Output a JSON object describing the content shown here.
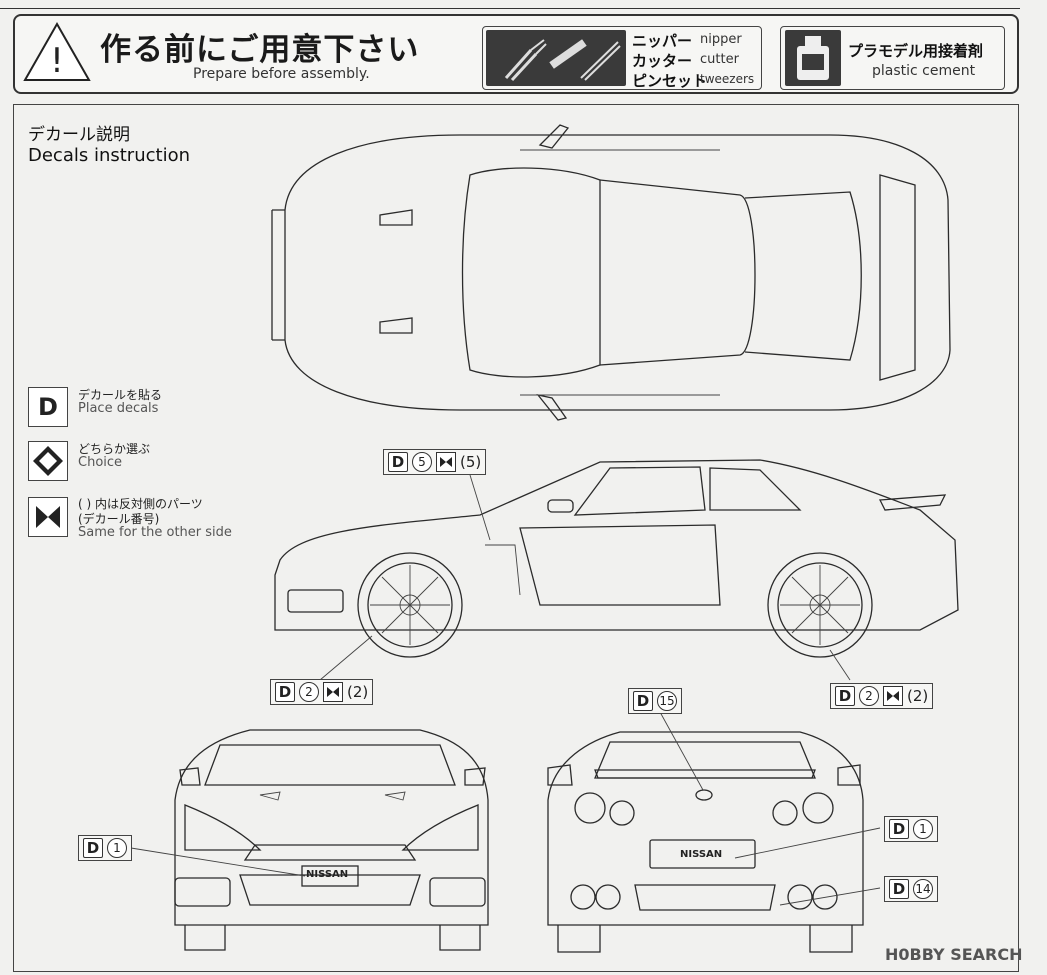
{
  "header": {
    "title_jp": "作る前にご用意下さい",
    "title_en": "Prepare before assembly.",
    "tools": [
      {
        "jp": "ニッパー",
        "en": "nipper"
      },
      {
        "jp": "カッター",
        "en": "cutter"
      },
      {
        "jp": "ピンセット",
        "en": "tweezers"
      }
    ],
    "cement_jp": "プラモデル用接着剤",
    "cement_en": "plastic cement"
  },
  "section": {
    "title_jp": "デカール説明",
    "title_en": "Decals instruction"
  },
  "legend": [
    {
      "symbol": "D",
      "jp": "デカールを貼る",
      "en": "Place decals"
    },
    {
      "symbol": "choice",
      "jp": "どちらか選ぶ",
      "en": "Choice"
    },
    {
      "symbol": "mirror",
      "jp": "( ) 内は反対側のパーツ",
      "jp2": "(デカール番号)",
      "en": "Same for the other side"
    }
  ],
  "callouts": {
    "side_top": {
      "d": "D",
      "num": "5",
      "paren": "(5)"
    },
    "front_wheel": {
      "d": "D",
      "num": "2",
      "paren": "(2)"
    },
    "rear_wheel": {
      "d": "D",
      "num": "2",
      "paren": "(2)"
    },
    "rear_top": {
      "d": "D",
      "num": "15"
    },
    "front_badge": {
      "d": "D",
      "num": "1"
    },
    "rear_badge": {
      "d": "D",
      "num": "1"
    },
    "rear_exhaust": {
      "d": "D",
      "num": "14"
    }
  },
  "badges": {
    "front": "NISSAN",
    "rear": "NISSAN"
  },
  "watermark": "H0BBY SEARCH"
}
